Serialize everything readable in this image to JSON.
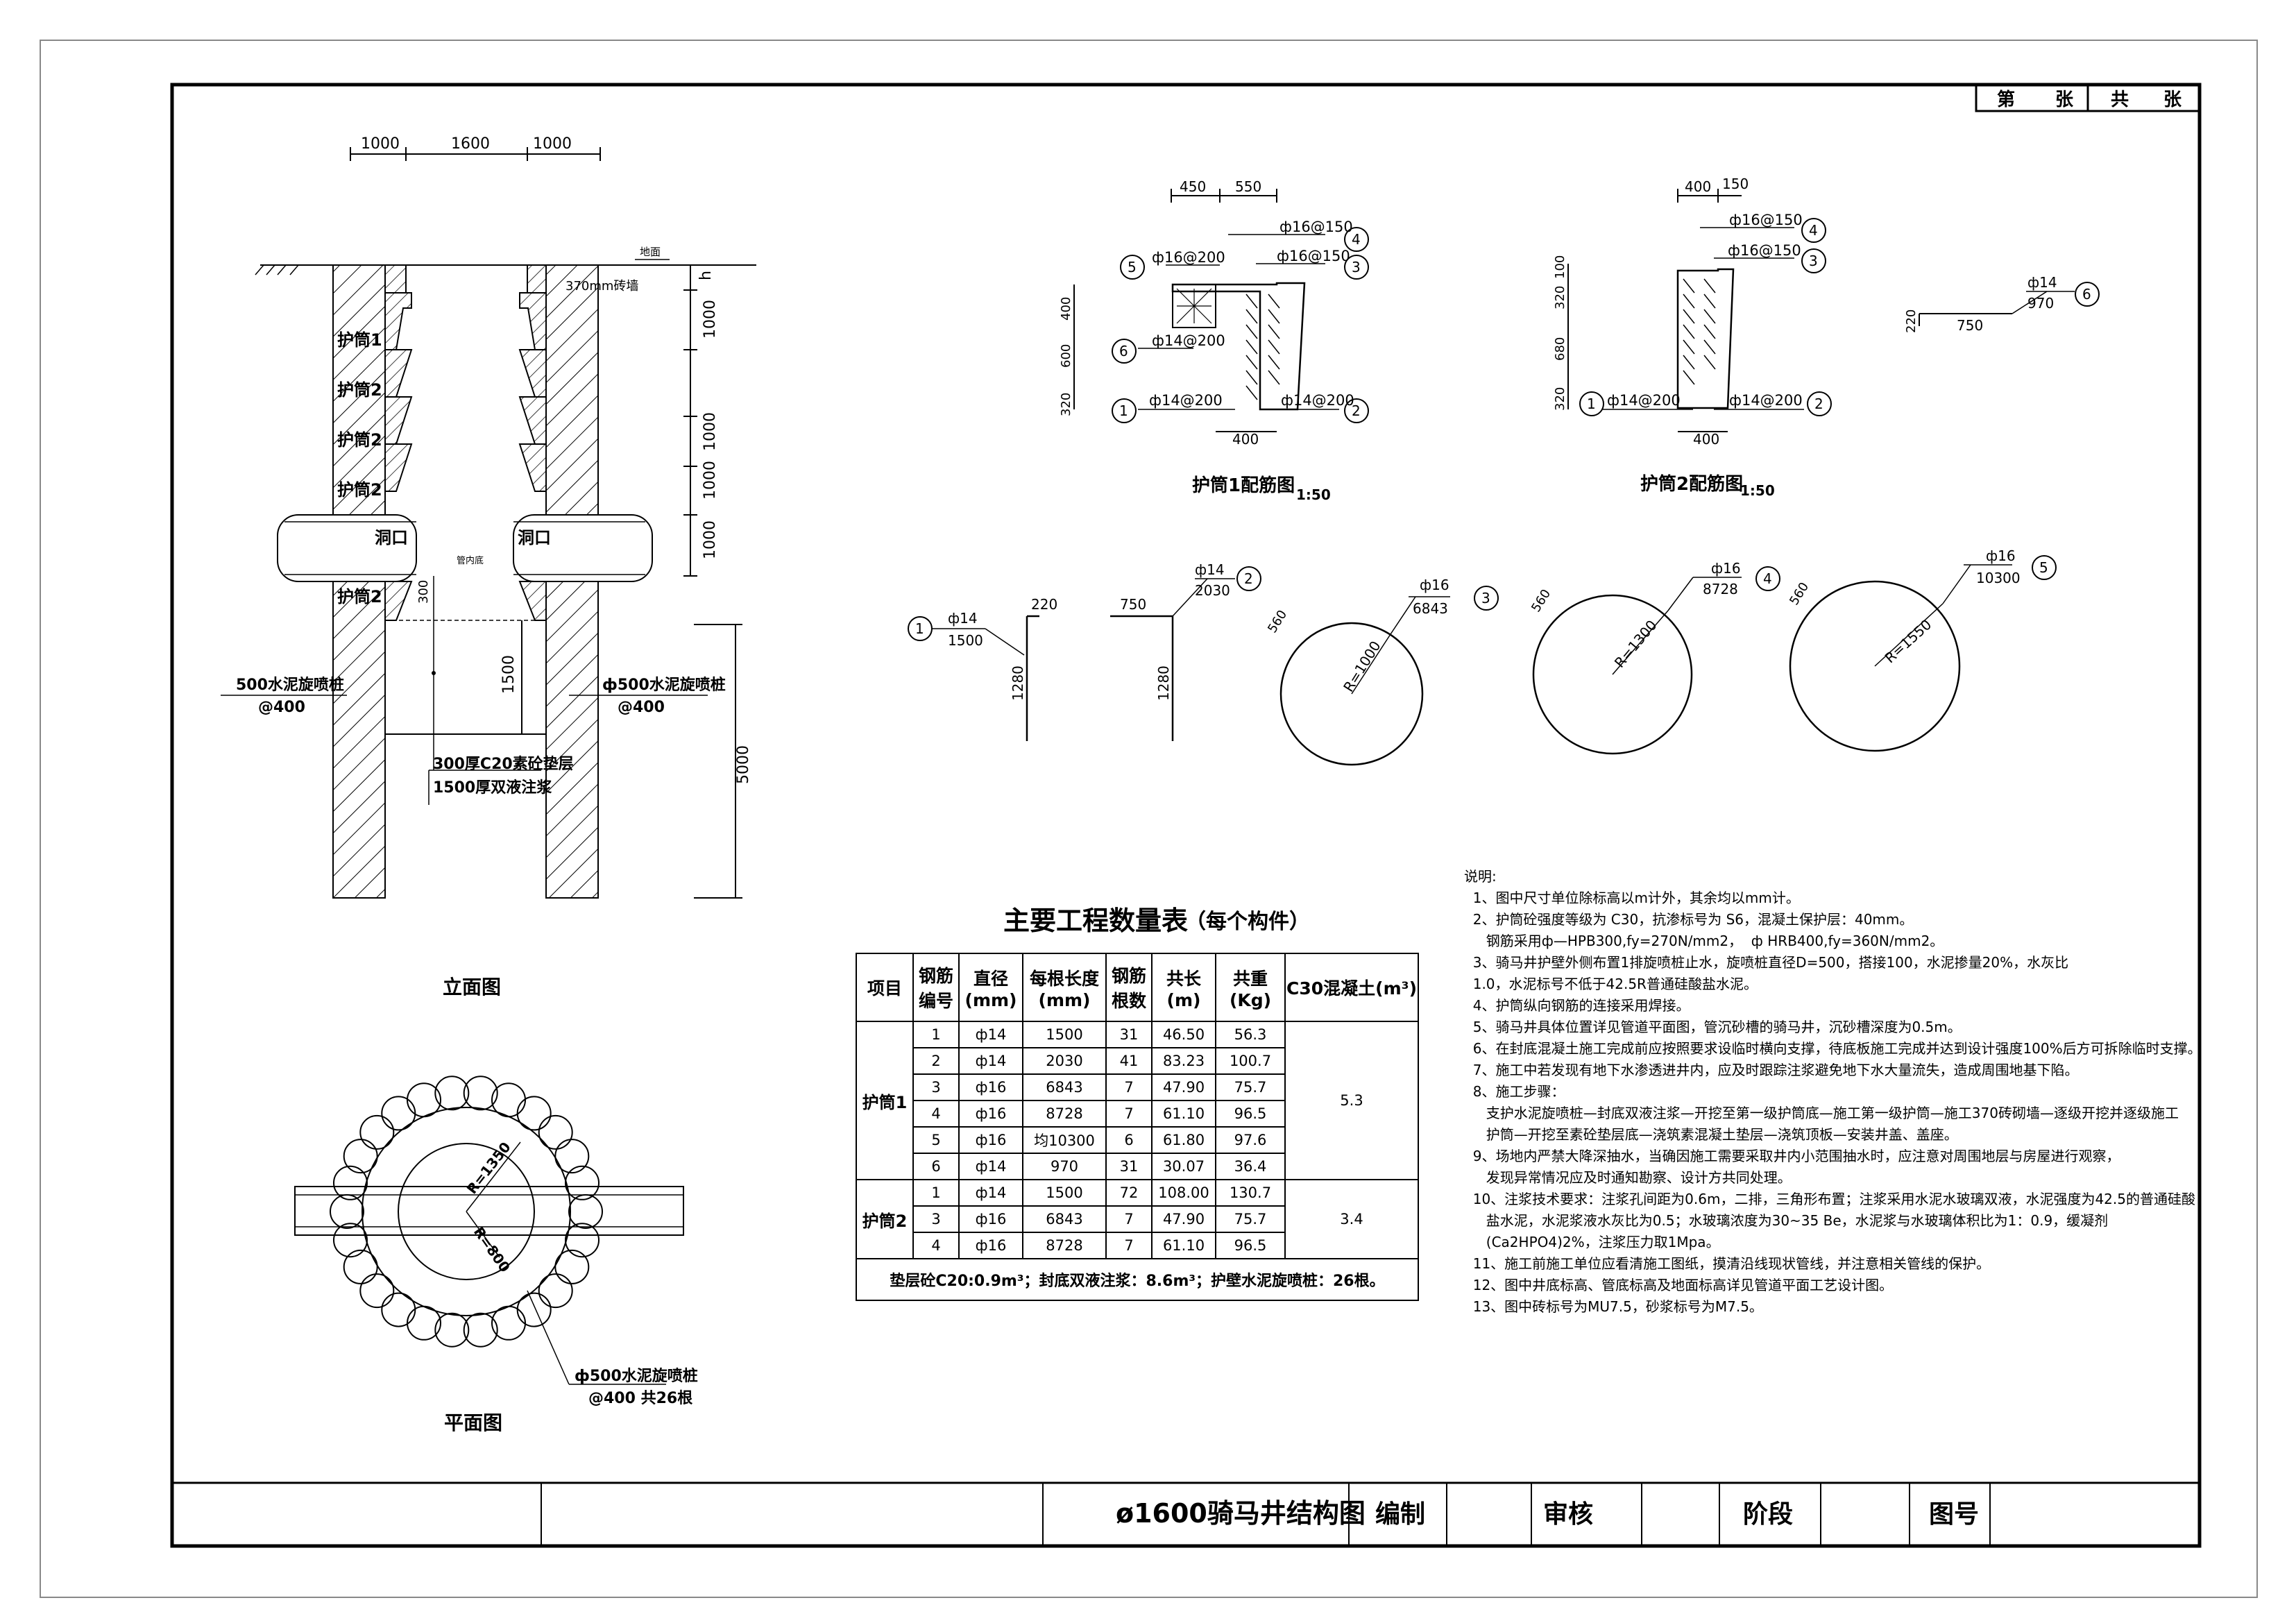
{
  "sheet": {
    "page_label": "第",
    "page_unit": "张",
    "total_label": "共",
    "total_unit": "张"
  },
  "title_block": {
    "title": "ø1600骑马井结构图",
    "compiled": "编制",
    "review": "审核",
    "stage": "阶段",
    "drawing_no": "图号"
  },
  "elevation": {
    "title": "立面图",
    "dims": [
      "1000",
      "1600",
      "1000",
      "h",
      "1000",
      "1000",
      "1000",
      "1000",
      "1500",
      "5000",
      "300"
    ],
    "ground": "地面",
    "brick_wall": "370mm砖墙",
    "sleeves": [
      "护筒1",
      "护筒2",
      "护筒2",
      "护筒2",
      "护筒2"
    ],
    "openings": [
      "洞口",
      "洞口"
    ],
    "pipe_bottom": "管内底",
    "pile_left": [
      "500水泥旋喷桩",
      "@400"
    ],
    "pile_right": [
      "ф500水泥旋喷桩",
      "@400"
    ],
    "cushion": [
      "300厚C20素砼垫层",
      "1500厚双液注浆"
    ]
  },
  "plan": {
    "title": "平面图",
    "r1": "R=1350",
    "r2": "R=800",
    "pile": [
      "ф500水泥旋喷桩",
      "@400 共26根"
    ]
  },
  "sleeve1": {
    "title": "护筒1配筋图",
    "scale": "1:50",
    "dims": [
      "450",
      "550",
      "400",
      "600",
      "320",
      "400"
    ],
    "labels": {
      "b1": "ф14@200",
      "b2": "ф14@200",
      "b3": "ф16@150",
      "b4": "ф16@150",
      "b5": "ф16@200",
      "b6": "ф14@200"
    },
    "nums": [
      "1",
      "2",
      "3",
      "4",
      "5",
      "6"
    ]
  },
  "sleeve2": {
    "title": "护筒2配筋图",
    "scale": "1:50",
    "dims": [
      "400",
      "150",
      "100",
      "320",
      "680",
      "320",
      "400"
    ],
    "labels": {
      "b1": "ф14@200",
      "b2": "ф14@200",
      "b3": "ф16@150",
      "b4": "ф16@150"
    },
    "nums": [
      "1",
      "2",
      "3",
      "4"
    ]
  },
  "bar6": {
    "spec": "ф14",
    "len": "970",
    "num": "6",
    "a": "220",
    "b": "750"
  },
  "shapes": [
    {
      "num": "1",
      "spec": "ф14",
      "len": "1500",
      "a": "220",
      "b": "1280"
    },
    {
      "num": "2",
      "spec": "ф14",
      "len": "2030",
      "a": "750",
      "b": "1280"
    },
    {
      "num": "3",
      "spec": "ф16",
      "len": "6843",
      "r": "R=1000",
      "lap": "560"
    },
    {
      "num": "4",
      "spec": "ф16",
      "len": "8728",
      "r": "R=1300",
      "lap": "560"
    },
    {
      "num": "5",
      "spec": "ф16",
      "len": "10300",
      "r": "R=1550",
      "lap": "560"
    }
  ],
  "table": {
    "title": "主要工程数量表",
    "subtitle": "（每个构件）",
    "headers": [
      "项目",
      "钢筋编号",
      "直径(mm)",
      "每根长度(mm)",
      "钢筋根数",
      "共长(m)",
      "共重(Kg)",
      "C30混凝土(m³)"
    ],
    "groups": [
      {
        "name": "护筒1",
        "concrete": "5.3",
        "rows": [
          [
            "1",
            "ф14",
            "1500",
            "31",
            "46.50",
            "56.3"
          ],
          [
            "2",
            "ф14",
            "2030",
            "41",
            "83.23",
            "100.7"
          ],
          [
            "3",
            "ф16",
            "6843",
            "7",
            "47.90",
            "75.7"
          ],
          [
            "4",
            "ф16",
            "8728",
            "7",
            "61.10",
            "96.5"
          ],
          [
            "5",
            "ф16",
            "均10300",
            "6",
            "61.80",
            "97.6"
          ],
          [
            "6",
            "ф14",
            "970",
            "31",
            "30.07",
            "36.4"
          ]
        ]
      },
      {
        "name": "护筒2",
        "concrete": "3.4",
        "rows": [
          [
            "1",
            "ф14",
            "1500",
            "72",
            "108.00",
            "130.7"
          ],
          [
            "3",
            "ф16",
            "6843",
            "7",
            "47.90",
            "75.7"
          ],
          [
            "4",
            "ф16",
            "8728",
            "7",
            "61.10",
            "96.5"
          ]
        ]
      }
    ],
    "footer": "垫层砼C20:0.9m³；封底双液注浆：8.6m³；护壁水泥旋喷桩：26根。"
  },
  "notes": [
    "说明:",
    "  1、图中尺寸单位除标高以m计外，其余均以mm计。",
    "  2、护筒砼强度等级为 C30，抗渗标号为 S6，混凝土保护层：40mm。",
    "     钢筋采用ф—HPB300,fy=270N/mm2，  ф HRB400,fy=360N/mm2。",
    "  3、骑马井护壁外侧布置1排旋喷桩止水，旋喷桩直径D=500，搭接100，水泥掺量20%，水灰比",
    "  1.0，水泥标号不低于42.5R普通硅酸盐水泥。",
    "  4、护筒纵向钢筋的连接采用焊接。",
    "  5、骑马井具体位置详见管道平面图，管沉砂槽的骑马井，沉砂槽深度为0.5m。",
    "  6、在封底混凝土施工完成前应按照要求设临时横向支撑，待底板施工完成并达到设计强度100%后方可拆除临时支撑。",
    "  7、施工中若发现有地下水渗透进井内，应及时跟踪注浆避免地下水大量流失，造成周围地基下陷。",
    "  8、施工步骤：",
    "     支护水泥旋喷桩—封底双液注浆—开挖至第一级护筒底—施工第一级护筒—施工370砖砌墙—逐级开挖并逐级施工",
    "     护筒—开挖至素砼垫层底—浇筑素混凝土垫层—浇筑顶板—安装井盖、盖座。",
    "  9、场地内严禁大降深抽水，当确因施工需要采取井内小范围抽水时，应注意对周围地层与房屋进行观察，",
    "     发现异常情况应及时通知勘察、设计方共同处理。",
    "  10、注浆技术要求：注浆孔间距为0.6m，二排，三角形布置；注浆采用水泥水玻璃双液，水泥强度为42.5的普通硅酸",
    "     盐水泥，水泥浆液水灰比为0.5；水玻璃浓度为30~35 Be，水泥浆与水玻璃体积比为1：0.9，缓凝剂",
    "     (Ca2HPO4)2%，注浆压力取1Mpa。",
    "  11、施工前施工单位应看清施工图纸，摸清沿线现状管线，并注意相关管线的保护。",
    "  12、图中井底标高、管底标高及地面标高详见管道平面工艺设计图。",
    "  13、图中砖标号为MU7.5，砂浆标号为M7.5。"
  ]
}
